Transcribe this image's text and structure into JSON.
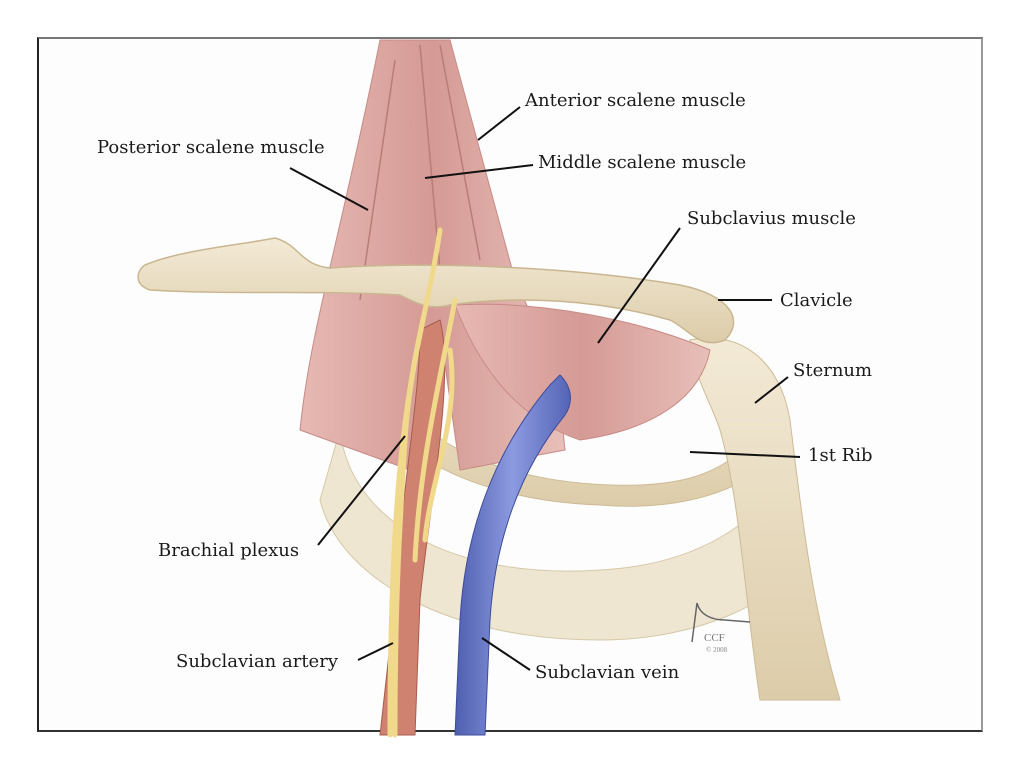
{
  "labels": {
    "anterior_scalene": "Anterior scalene muscle",
    "posterior_scalene": "Posterior scalene muscle",
    "middle_scalene": "Middle scalene muscle",
    "subclavius": "Subclavius muscle",
    "clavicle": "Clavicle",
    "sternum": "Sternum",
    "first_rib": "1st Rib",
    "brachial_plexus": "Brachial plexus",
    "subclavian_artery": "Subclavian artery",
    "subclavian_vein": "Subclavian vein"
  },
  "signature": {
    "text": "CCF",
    "year": "© 2008"
  },
  "colors": {
    "muscle": "#d9a3a0",
    "bone": "#e9dcc2",
    "vein": "#6f7fc8",
    "artery": "#c9786a",
    "nerve": "#f0d98a"
  }
}
